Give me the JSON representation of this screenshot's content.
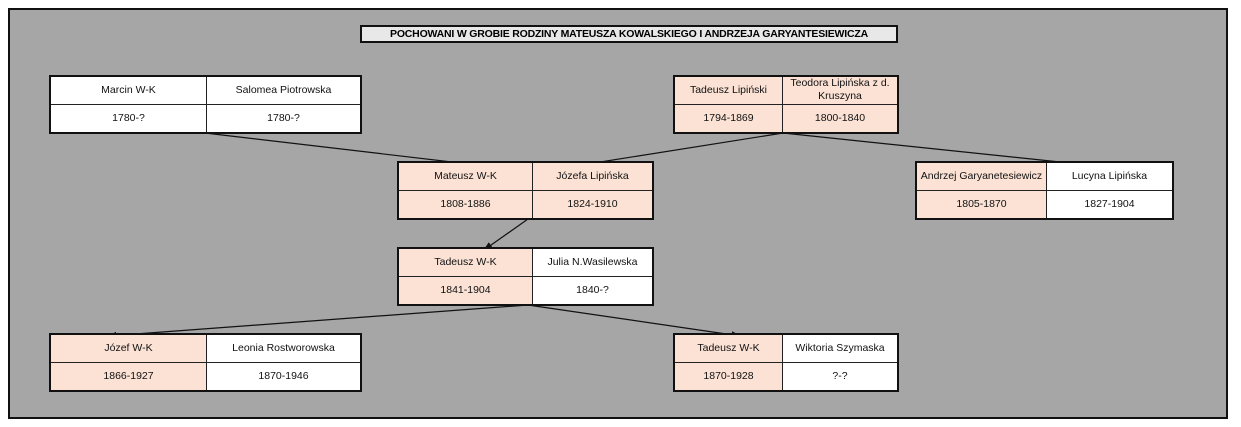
{
  "title": "POCHOWANI W GROBIE RODZINY MATEUSZA KOWALSKIEGO I ANDRZEJA GARYANTESIEWICZA",
  "colors": {
    "background": "#a6a6a6",
    "highlight": "#fbe2d5",
    "plain": "#ffffff",
    "border": "#111111"
  },
  "couples": [
    {
      "id": "marcin",
      "left": {
        "name": "Marcin W-K",
        "years": "1780-?",
        "highlight": false
      },
      "right": {
        "name": "Salomea Piotrowska",
        "years": "1780-?",
        "highlight": false
      }
    },
    {
      "id": "tadeusz-lipinski",
      "left": {
        "name": "Tadeusz Lipiński",
        "years": "1794-1869",
        "highlight": true
      },
      "right": {
        "name": "Teodora Lipińska z d. Kruszyna",
        "years": "1800-1840",
        "highlight": true
      }
    },
    {
      "id": "mateusz",
      "left": {
        "name": "Mateusz W-K",
        "years": "1808-1886",
        "highlight": true
      },
      "right": {
        "name": "Józefa Lipińska",
        "years": "1824-1910",
        "highlight": true
      }
    },
    {
      "id": "andrzej",
      "left": {
        "name": "Andrzej Garyanetesiewicz",
        "years": "1805-1870",
        "highlight": true
      },
      "right": {
        "name": "Lucyna Lipińska",
        "years": "1827-1904",
        "highlight": false
      }
    },
    {
      "id": "tadeusz-wk",
      "left": {
        "name": "Tadeusz W-K",
        "years": "1841-1904",
        "highlight": true
      },
      "right": {
        "name": "Julia N.Wasilewska",
        "years": "1840-?",
        "highlight": false
      }
    },
    {
      "id": "jozef",
      "left": {
        "name": "Józef W-K",
        "years": "1866-1927",
        "highlight": true
      },
      "right": {
        "name": "Leonia Rostworowska",
        "years": "1870-1946",
        "highlight": false
      }
    },
    {
      "id": "tadeusz-wk-2",
      "left": {
        "name": "Tadeusz W-K",
        "years": "1870-1928",
        "highlight": true
      },
      "right": {
        "name": "Wiktoria Szymaska",
        "years": "?-?",
        "highlight": false
      }
    }
  ],
  "links": [
    {
      "from": "marcin",
      "to": "mateusz"
    },
    {
      "from": "tadeusz-lipinski",
      "to": "mateusz"
    },
    {
      "from": "tadeusz-lipinski",
      "to": "andrzej"
    },
    {
      "from": "mateusz",
      "to": "tadeusz-wk"
    },
    {
      "from": "tadeusz-wk",
      "to": "jozef"
    },
    {
      "from": "tadeusz-wk",
      "to": "tadeusz-wk-2"
    }
  ]
}
